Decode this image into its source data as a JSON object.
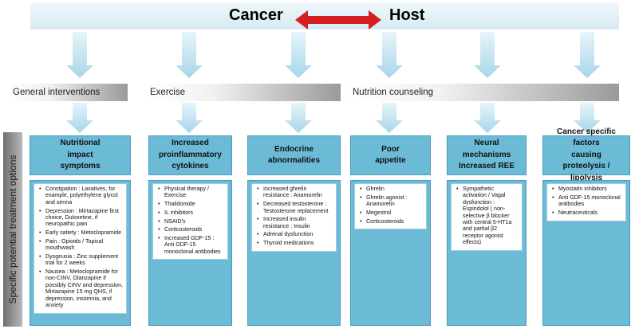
{
  "header": {
    "left": "Cancer",
    "right": "Host"
  },
  "bars": [
    {
      "label": "General interventions"
    },
    {
      "label": "Exercise"
    },
    {
      "label": "Nutrition counseling"
    }
  ],
  "side_label": "Specific potential treatment options",
  "columns": [
    {
      "title": "Nutritional\nimpact\nsymptoms",
      "items": [
        "Constipation : Laxatives, for example, polyethylene glycol and senna",
        "Depression : Mirtazapine first choice, Duloxetine, if neuropathic pain",
        "Early satiety : Metoclopramide",
        "Pain : Opioids / Topical mouthwash",
        "Dysgeusia : Zinc supplement trial for 2 weeks",
        "Nausea : Metoclopramide for non-CINV, Olanzapine if possibly CINV and depression, Mirtazapine 15 mg QHS, if depression, insomnia, and anxiety"
      ]
    },
    {
      "title": "Increased\nproinflammatory\ncytokines",
      "items": [
        "Physical therapy / Exercise",
        "Thalidomide",
        "IL inhibitors",
        "NSAID's",
        "Corticosteroids",
        "Increased GDF-15 : Anti GDF-15 monoclonal antibodies"
      ]
    },
    {
      "title": "Endocrine\nabnormalities",
      "items": [
        "Increased ghrelin resistance : Anamorelin",
        "Decreased testosterone : Testosterone replacement",
        "Increased insulin resistance : Insulin",
        "Adrenal dysfunction",
        "Thyroid medications"
      ]
    },
    {
      "title": "Poor\nappetite",
      "items": [
        "Ghrelin",
        "Ghrelin agonist : Anamorelin",
        "Megestrol",
        "Corticosteroids"
      ]
    },
    {
      "title": "Neural mechanisms\nIncreased REE",
      "items": [
        "Sympathetic activation / Vagal dysfunction : Espindolol ( non-selective β blocker with central 5-HT1a and partial β2 receptor agonist effects)"
      ]
    },
    {
      "title": "Cancer specific factors\ncausing\nproteolysis / lipolysis",
      "items": [
        "Myostatin inhibitors",
        "Anti GDF-15 monoclonal antibodies",
        "Neutraceuticals"
      ]
    }
  ],
  "colors": {
    "box": "#6bbad6",
    "arrow": "#a8d6e8",
    "red": "#d61f1f"
  }
}
